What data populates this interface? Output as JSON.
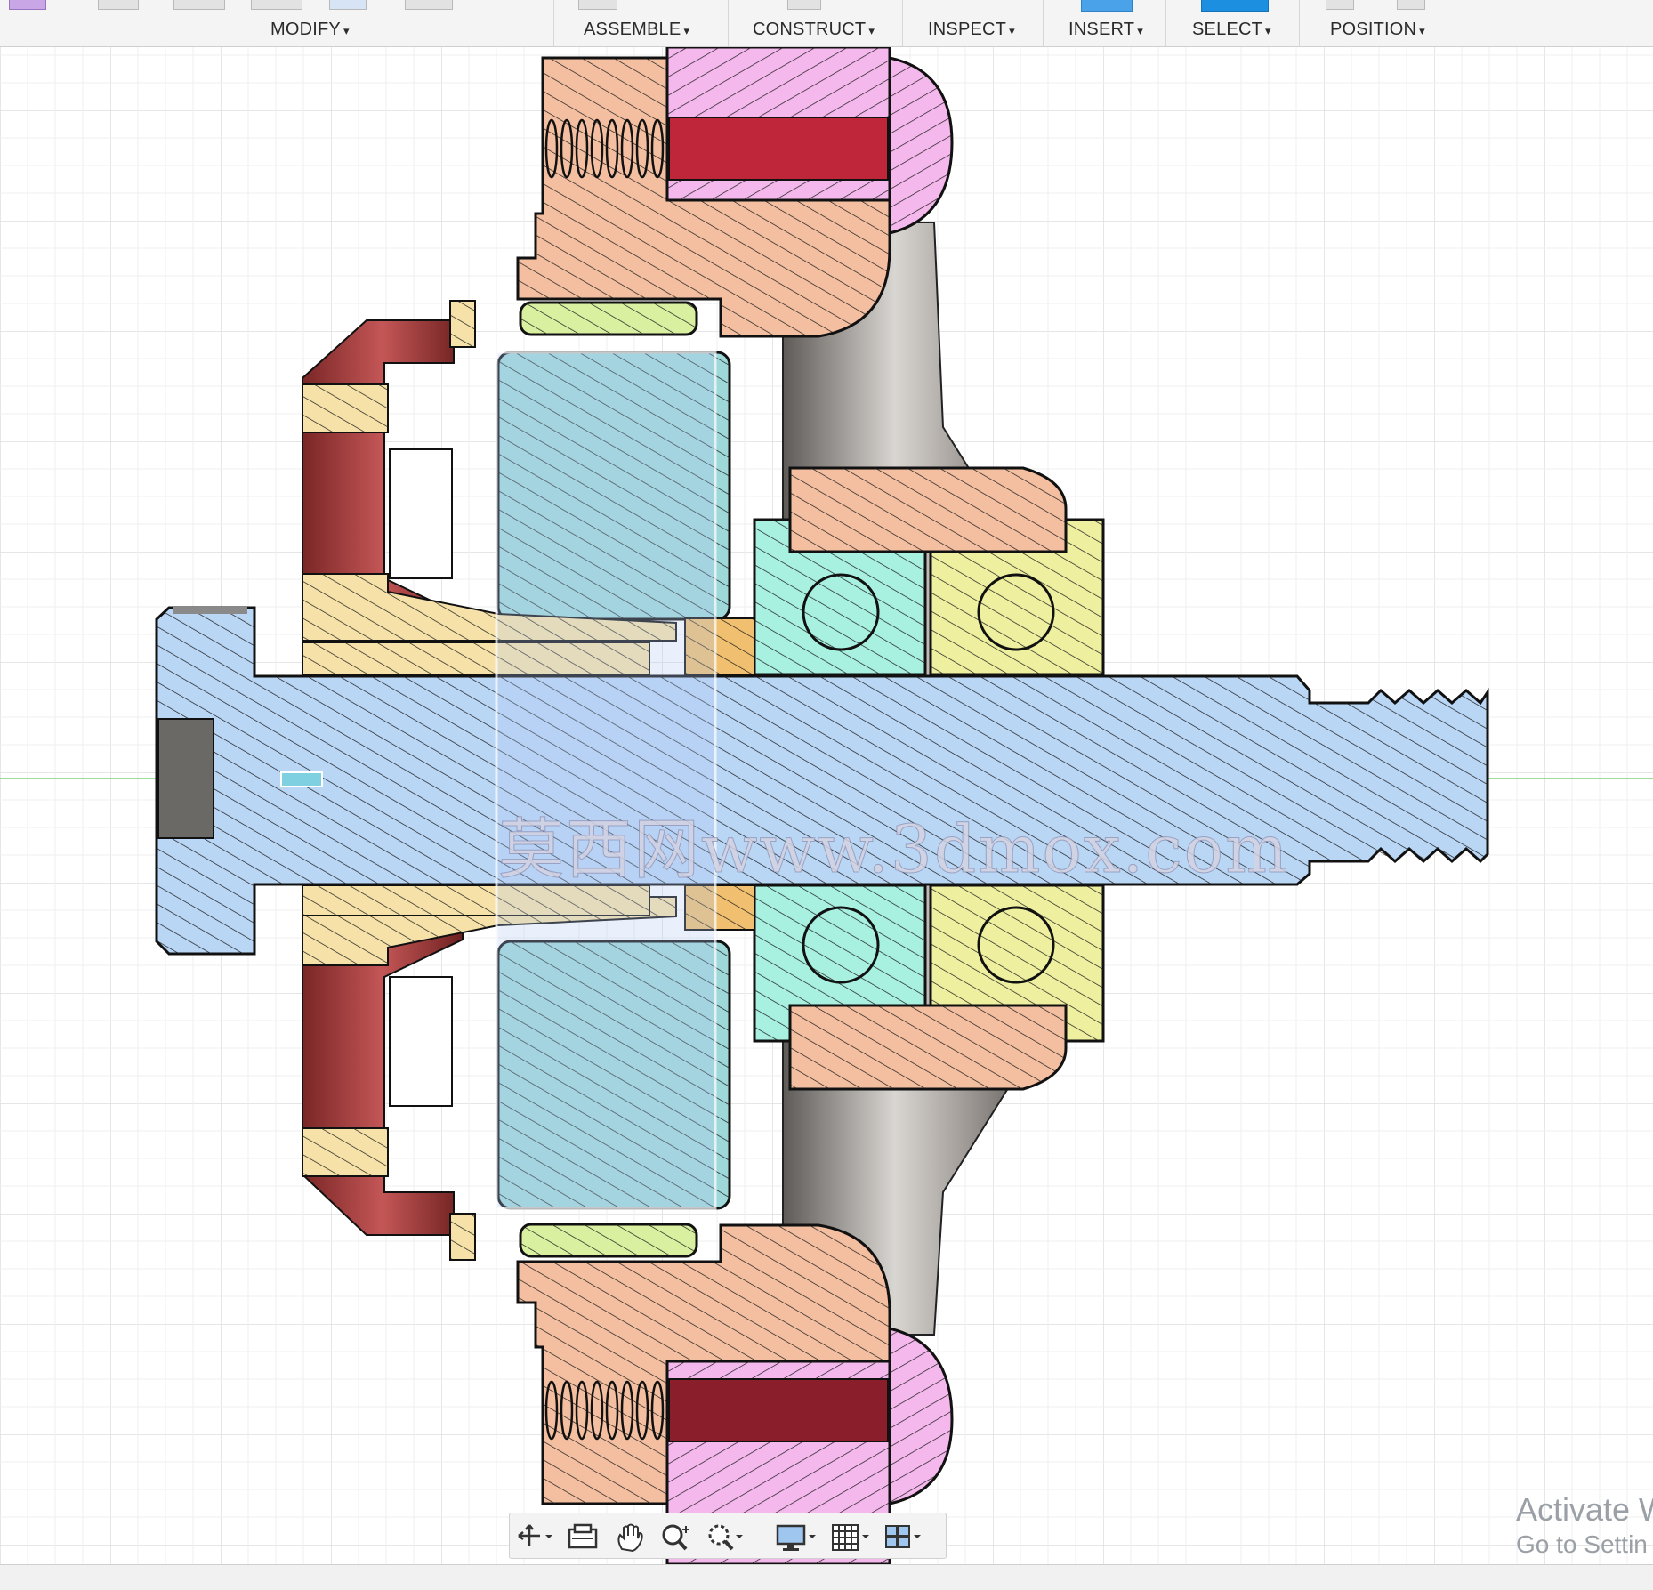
{
  "toolbar": {
    "groups": [
      {
        "label": "MODIFY"
      },
      {
        "label": "ASSEMBLE"
      },
      {
        "label": "CONSTRUCT"
      },
      {
        "label": "INSPECT"
      },
      {
        "label": "INSERT"
      },
      {
        "label": "SELECT"
      },
      {
        "label": "POSITION"
      }
    ],
    "caret": "▾"
  },
  "viewport": {
    "watermark": "莫西网www.3dmox.com",
    "hatch_colors": {
      "shaft": "#b9d6f5",
      "housing": "#f4bfa0",
      "pink_bolt": "#f4b8ec",
      "cyan_block": "#9ed8d8",
      "bearing_cyan": "#a8f0e0",
      "bearing_yellow": "#eef0a0",
      "washer_yellow": "#f6e2a8",
      "green_spacer": "#d8f0a0",
      "red_cap": "#b54a4a",
      "orange_nut": "#f0c070"
    }
  },
  "nav_bar": {
    "tools": [
      "orbit-icon",
      "look-at-icon",
      "pan-icon",
      "zoom-icon",
      "fit-icon",
      "display-settings-icon",
      "grid-settings-icon",
      "viewports-icon"
    ]
  },
  "os_notice": {
    "line1": "Activate W",
    "line2": "Go to Settin"
  }
}
